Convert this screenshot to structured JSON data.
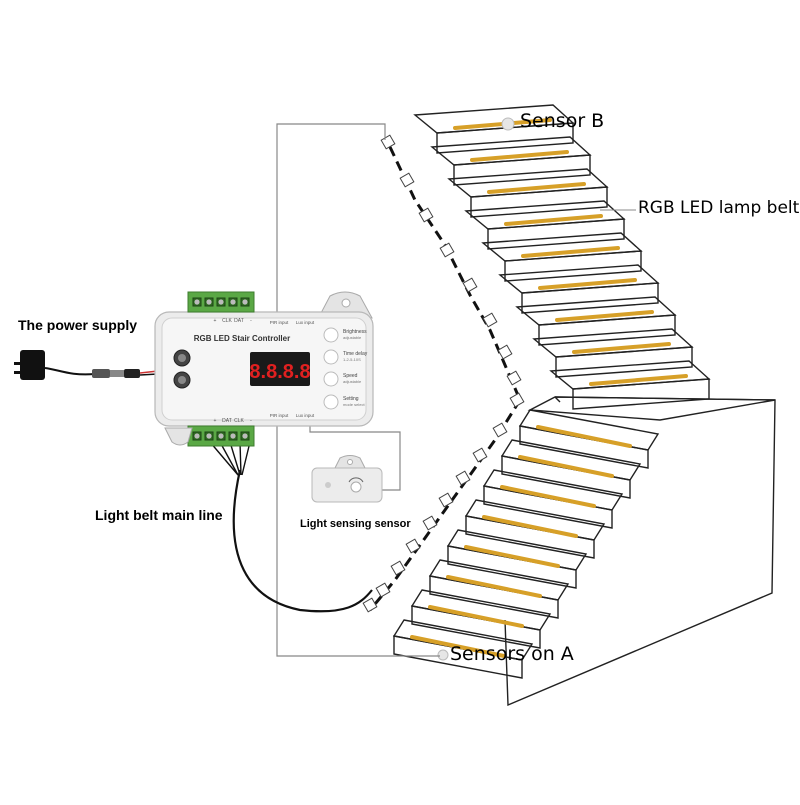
{
  "labels": {
    "sensor_b": "Sensor B",
    "lamp_belt": "RGB LED lamp belt",
    "power_supply": "The power supply",
    "main_line": "Light belt main line",
    "light_sensor": "Light sensing sensor",
    "sensors_a": "Sensors on A"
  },
  "controller": {
    "title": "RGB LED Stair Controller",
    "display": "8.8.8.8",
    "buttons": [
      {
        "label": "Brightness",
        "sub": "adjustable"
      },
      {
        "label": "Time delay",
        "sub": "1-2-5-10S"
      },
      {
        "label": "Speed",
        "sub": "adjustable"
      },
      {
        "label": "Setting",
        "sub": "mode select"
      }
    ],
    "ports_top": [
      "+",
      "CLK",
      "DAT",
      "-"
    ],
    "ports_bottom": [
      "+",
      "DAT",
      "CLK",
      "-"
    ],
    "input_top": [
      "PIR input",
      "Lux input"
    ],
    "input_bottom": [
      "PIR input",
      "Lux input"
    ]
  },
  "colors": {
    "led_strip": "#d7a028",
    "stair_line": "#222222",
    "wire": "#8a8a8a"
  }
}
